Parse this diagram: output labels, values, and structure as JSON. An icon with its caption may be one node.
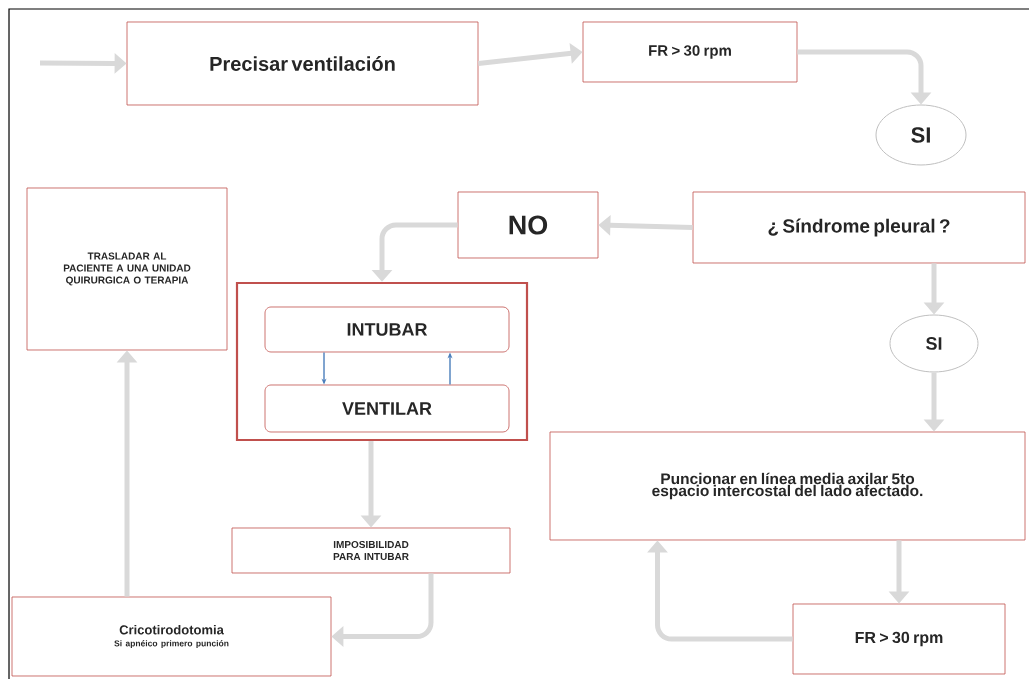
{
  "diagram": {
    "nodes": [
      {
        "text": [
          "Precisar ventilación"
        ]
      },
      {
        "text": [
          "FR > 30 rpm"
        ]
      },
      {
        "text": [
          "SI"
        ]
      },
      {
        "text": [
          "¿ Síndrome pleural ?"
        ]
      },
      {
        "text": [
          "NO"
        ]
      },
      {
        "text": [],
        "shape": "box"
      },
      {
        "text": [
          "INTUBAR"
        ],
        "in": 5
      },
      {
        "text": [
          "VENTILAR"
        ],
        "in": 5
      },
      {
        "text": [
          "IMPOSIBILIDAD PARA INTUBAR"
        ]
      },
      {
        "text": [
          "Cricotirodotomia",
          "Si apnéico primero punción"
        ]
      },
      {
        "text": [
          "TRASLADAR AL PACIENTE A UNA UNIDAD QUIRURGICA O TERAPIA"
        ]
      },
      {
        "text": [
          "SI"
        ]
      },
      {
        "text": [
          "Puncionar en línea media axilar 5to espacio intercostal del lado afectado."
        ]
      },
      {
        "text": [
          "FR > 30 rpm"
        ]
      }
    ],
    "edges": [
      {
        "from": null,
        "to": 0,
        "arrow": "to"
      },
      {
        "from": 0,
        "to": 1,
        "arrow": "to"
      },
      {
        "from": 1,
        "to": 2,
        "arrow": "to"
      },
      {
        "from": 3,
        "to": 4,
        "arrow": "to"
      },
      {
        "from": 4,
        "to": 5,
        "arrow": "to"
      },
      {
        "from": 6,
        "to": 7,
        "arrow": "to",
        "color": "#4a7ebb"
      },
      {
        "from": 7,
        "to": 6,
        "arrow": "to",
        "color": "#4a7ebb"
      },
      {
        "from": 5,
        "to": 8,
        "arrow": "to"
      },
      {
        "from": 8,
        "to": 9,
        "arrow": "to"
      },
      {
        "from": 9,
        "to": 10,
        "arrow": "to"
      },
      {
        "from": 3,
        "to": 11,
        "arrow": "to"
      },
      {
        "from": 11,
        "to": 12,
        "arrow": "to"
      },
      {
        "from": 12,
        "to": 13,
        "arrow": "to"
      },
      {
        "from": 13,
        "to": 12,
        "arrow": "to"
      }
    ]
  }
}
